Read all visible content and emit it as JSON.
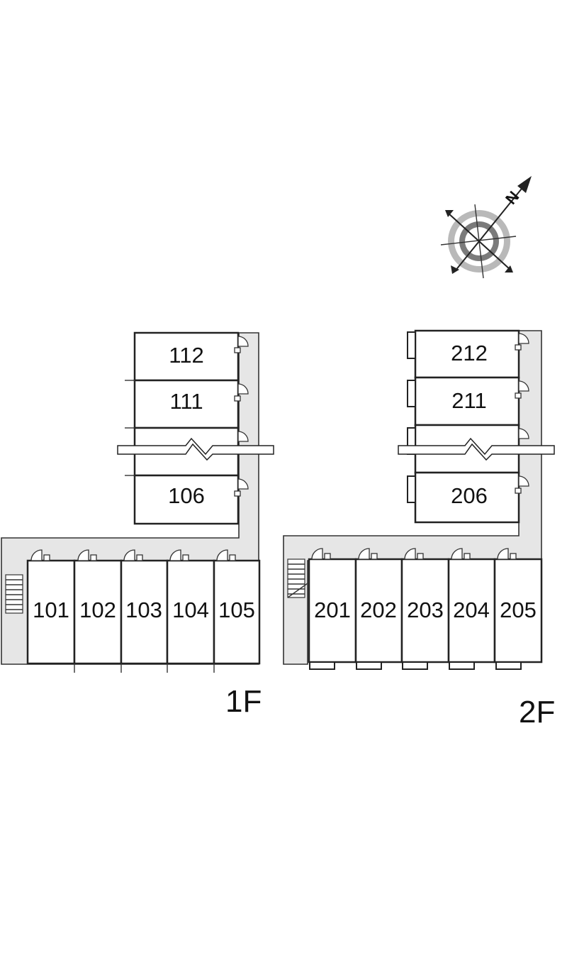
{
  "compass": {
    "north_label": "N",
    "icon": "compass-north-arrow-icon"
  },
  "floor_1": {
    "label": "1F",
    "upper_units": [
      "112",
      "111",
      "106"
    ],
    "lower_units": [
      "101",
      "102",
      "103",
      "104",
      "105"
    ]
  },
  "floor_2": {
    "label": "2F",
    "upper_units": [
      "212",
      "211",
      "206"
    ],
    "lower_units": [
      "201",
      "202",
      "203",
      "204",
      "205"
    ]
  },
  "colors": {
    "corridor": "#e6e6e6",
    "line": "#222222",
    "background": "#ffffff"
  }
}
